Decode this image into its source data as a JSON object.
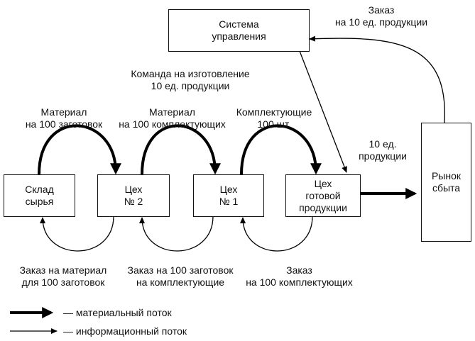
{
  "nodes": {
    "control": [
      "Система",
      "управления"
    ],
    "warehouse": [
      "Склад",
      "сырья"
    ],
    "shop2": [
      "Цех",
      "№ 2"
    ],
    "shop1": [
      "Цех",
      "№ 1"
    ],
    "finished": [
      "Цех",
      "готовой",
      "продукции"
    ],
    "market": [
      "Рынок",
      "сбыта"
    ]
  },
  "labels": {
    "order_top": [
      "Заказ",
      "на 10 ед. продукции"
    ],
    "command": [
      "Команда на изготовление",
      "10 ед. продукции"
    ],
    "material_blanks": [
      "Материал",
      "на 100 заготовок"
    ],
    "material_components": [
      "Материал",
      "на 100 комплектующих"
    ],
    "components": [
      "Комплектующие",
      "100 шт."
    ],
    "ten_units": [
      "10 ед.",
      "продукции"
    ],
    "order_material": [
      "Заказ на материал",
      "для 100 заготовок"
    ],
    "order_blanks": [
      "Заказ на 100 заготовок",
      "на комплектующие"
    ],
    "order_components": [
      "Заказ",
      "на 100 комплектующих"
    ]
  },
  "legend": {
    "material": "— материальный поток",
    "info": "— информационный поток"
  }
}
